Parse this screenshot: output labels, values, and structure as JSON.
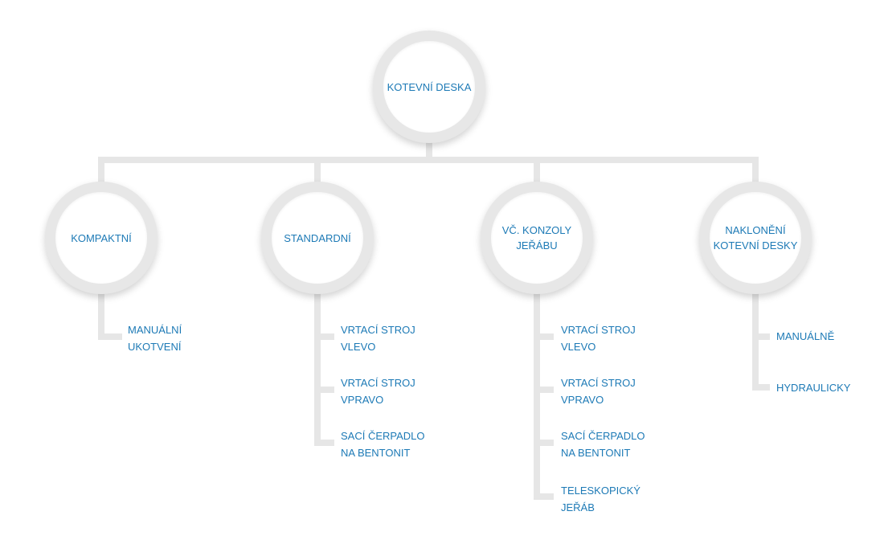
{
  "root": {
    "label": "KOTEVNÍ DESKA"
  },
  "categories": [
    {
      "label": "KOMPAKTNÍ",
      "items": [
        "MANUÁLNÍ\nUKOTVENÍ"
      ]
    },
    {
      "label": "STANDARDNÍ",
      "items": [
        "VRTACÍ STROJ\nVLEVO",
        "VRTACÍ STROJ\nVPRAVO",
        "SACÍ ČERPADLO\nNA BENTONIT"
      ]
    },
    {
      "label": "VČ. KONZOLY\nJEŘÁBU",
      "items": [
        "VRTACÍ STROJ\nVLEVO",
        "VRTACÍ STROJ\nVPRAVO",
        "SACÍ ČERPADLO\nNA BENTONIT",
        "TELESKOPICKÝ\nJEŘÁB"
      ]
    },
    {
      "label": "NAKLONĚNÍ\nKOTEVNÍ DESKY",
      "items": [
        "MANUÁLNĚ",
        "HYDRAULICKY"
      ]
    }
  ],
  "colors": {
    "text": "#1d7ab6",
    "connector": "#e6e6e6",
    "ring": "#e7e7e7"
  }
}
